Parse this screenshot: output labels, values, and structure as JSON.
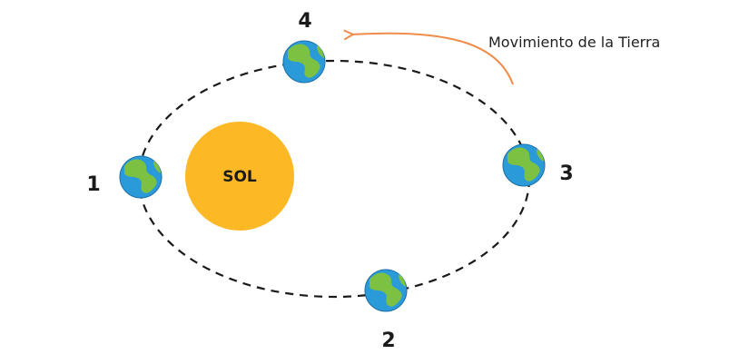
{
  "sun": {
    "label": "SOL",
    "color": "#FDB825"
  },
  "motion": {
    "label": "Movimiento de la Tierra",
    "arrow_color": "#F08C4A"
  },
  "earth_colors": {
    "ocean": "#2A9AD8",
    "land": "#7CC142",
    "outline": "#1C6FA8"
  },
  "positions": [
    {
      "id": "1",
      "label": "1"
    },
    {
      "id": "2",
      "label": "2"
    },
    {
      "id": "3",
      "label": "3"
    },
    {
      "id": "4",
      "label": "4"
    }
  ]
}
